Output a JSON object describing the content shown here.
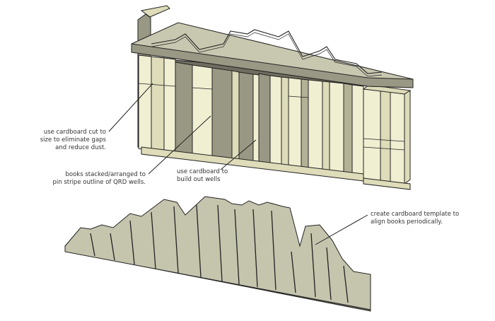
{
  "annotations": {
    "cardboard_cut": {
      "lines": [
        "use cardboard cut to",
        "size to eliminate gaps",
        "and reduce dust."
      ]
    },
    "books_stacked": {
      "lines": [
        "books stacked/arranged to",
        "pin stripe outline of QRD wells."
      ]
    },
    "build_out_wells": {
      "lines": [
        "use cardboard to",
        "build out wells"
      ]
    },
    "template": {
      "lines": [
        "create cardboard template to",
        "align books periodically."
      ]
    }
  },
  "colors": {
    "book_light": "#f0efd2",
    "book_mid": "#dedcb9",
    "book_dark": "#b4b296",
    "cardboard_top": "#c8c7b0",
    "cardboard_edge": "#999884",
    "cardboard_dark": "#6e6d5f",
    "template_fill": "#c5c4ad",
    "outline": "#222222",
    "text": "#333333"
  }
}
